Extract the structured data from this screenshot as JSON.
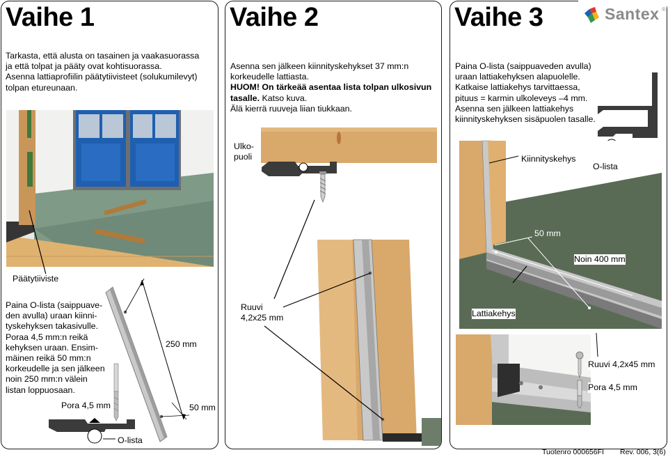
{
  "logo": {
    "brand": "Santex",
    "registered": "®"
  },
  "step1": {
    "title": "Vaihe 1",
    "intro": [
      "Tarkasta, että alusta on tasainen ja vaakasuorassa",
      "ja että tolpat ja pääty ovat kohtisuorassa.",
      "Asenna lattiaprofiilin päätytiivisteet (solukumilevyt)",
      "tolpan etureunaan."
    ],
    "label_end_seal": "Päätytiiviste",
    "instructions": [
      "Paina O-lista (saippuave-",
      "den avulla) uraan kiinni-",
      "tyskehyksen takasivulle.",
      "Poraa 4,5 mm:n reikä",
      "kehyksen uraan. Ensim-",
      "mäinen reikä 50 mm:n",
      "korkeudelle ja sen jälkeen",
      "noin 250 mm:n välein",
      "listan loppuosaan."
    ],
    "dim_250": "250 mm",
    "dim_50": "50 mm",
    "label_drill": "Pora 4,5 mm",
    "label_o_strip": "O-lista"
  },
  "step2": {
    "title": "Vaihe 2",
    "intro_line1": "Asenna sen jälkeen kiinnityskehykset 37 mm:n",
    "intro_line2": "korkeudelle lattiasta.",
    "warning_line1": "HUOM! On tärkeää asentaa lista tolpan ulkosivun",
    "warning_line2": "tasalle.",
    "see_picture": " Katso kuva.",
    "no_overtighten": "Älä kierrä ruuveja liian tiukkaan.",
    "label_outside_l1": "Ulko-",
    "label_outside_l2": "puoli",
    "label_screw_l1": "Ruuvi",
    "label_screw_l2": "4,2x25 mm"
  },
  "step3": {
    "title": "Vaihe 3",
    "intro": [
      "Paina O-lista (saippuaveden avulla)",
      "uraan lattiakehyksen alapuolelle.",
      "Katkaise lattiakehys tarvittaessa,",
      "pituus = karmin ulkoleveys –4 mm.",
      "Asenna sen jälkeen lattiakehys",
      "kiinnityskehyksen sisäpuolen tasalle."
    ],
    "label_mounting_frame": "Kiinnityskehys",
    "label_o_strip": "O-lista",
    "dim_50": "50 mm",
    "dim_400": "Noin 400 mm",
    "label_floor_frame": "Lattiakehys",
    "label_screw": "Ruuvi 4,2x45 mm",
    "label_drill": "Pora 4,5 mm"
  },
  "footer": {
    "product_no": "Tuotenro 000656FI",
    "revision": "Rev. 006, 3(6)"
  },
  "colors": {
    "wood": "#d9a86b",
    "wood_dark": "#b98548",
    "aluminium": "#c9c9c9",
    "door_blue": "#1f5fb0",
    "floor_green": "#5a6b55",
    "profile_dark": "#3b3b3b"
  }
}
